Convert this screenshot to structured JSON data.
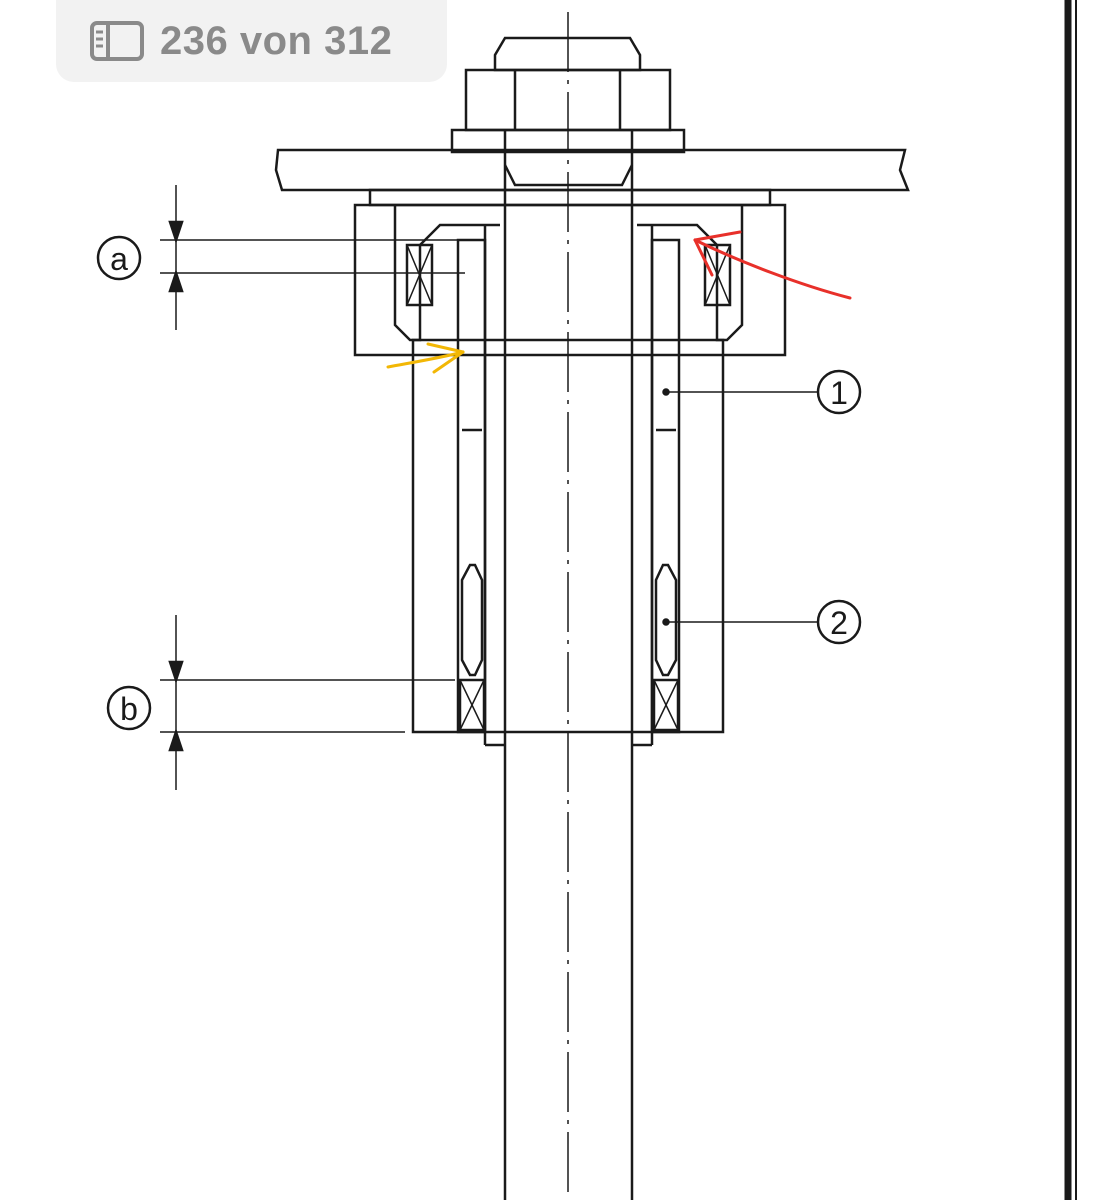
{
  "toolbar": {
    "page_indicator": "236 von 312",
    "book_icon": "sidebar-book-icon"
  },
  "drawing": {
    "callouts": {
      "a": "a",
      "b": "b",
      "one": "1",
      "two": "2"
    },
    "annotation_colors": {
      "red_arrow": "#e8302a",
      "yellow_arrow": "#f2b705"
    },
    "line_color": "#1a1a1a"
  }
}
